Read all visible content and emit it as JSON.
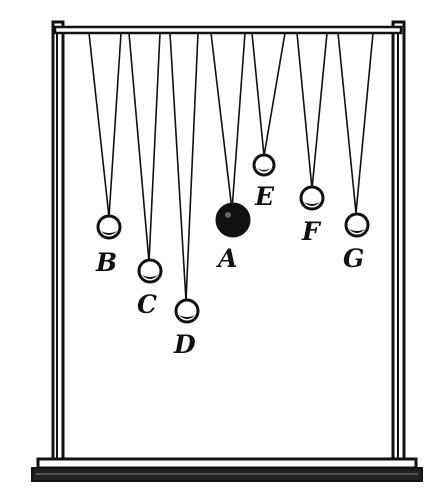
{
  "figure": {
    "labels": {
      "A": "A",
      "B": "B",
      "C": "C",
      "D": "D",
      "E": "E",
      "F": "F",
      "G": "G"
    },
    "colors": {
      "ink": "#111111",
      "paper": "#ffffff"
    }
  }
}
